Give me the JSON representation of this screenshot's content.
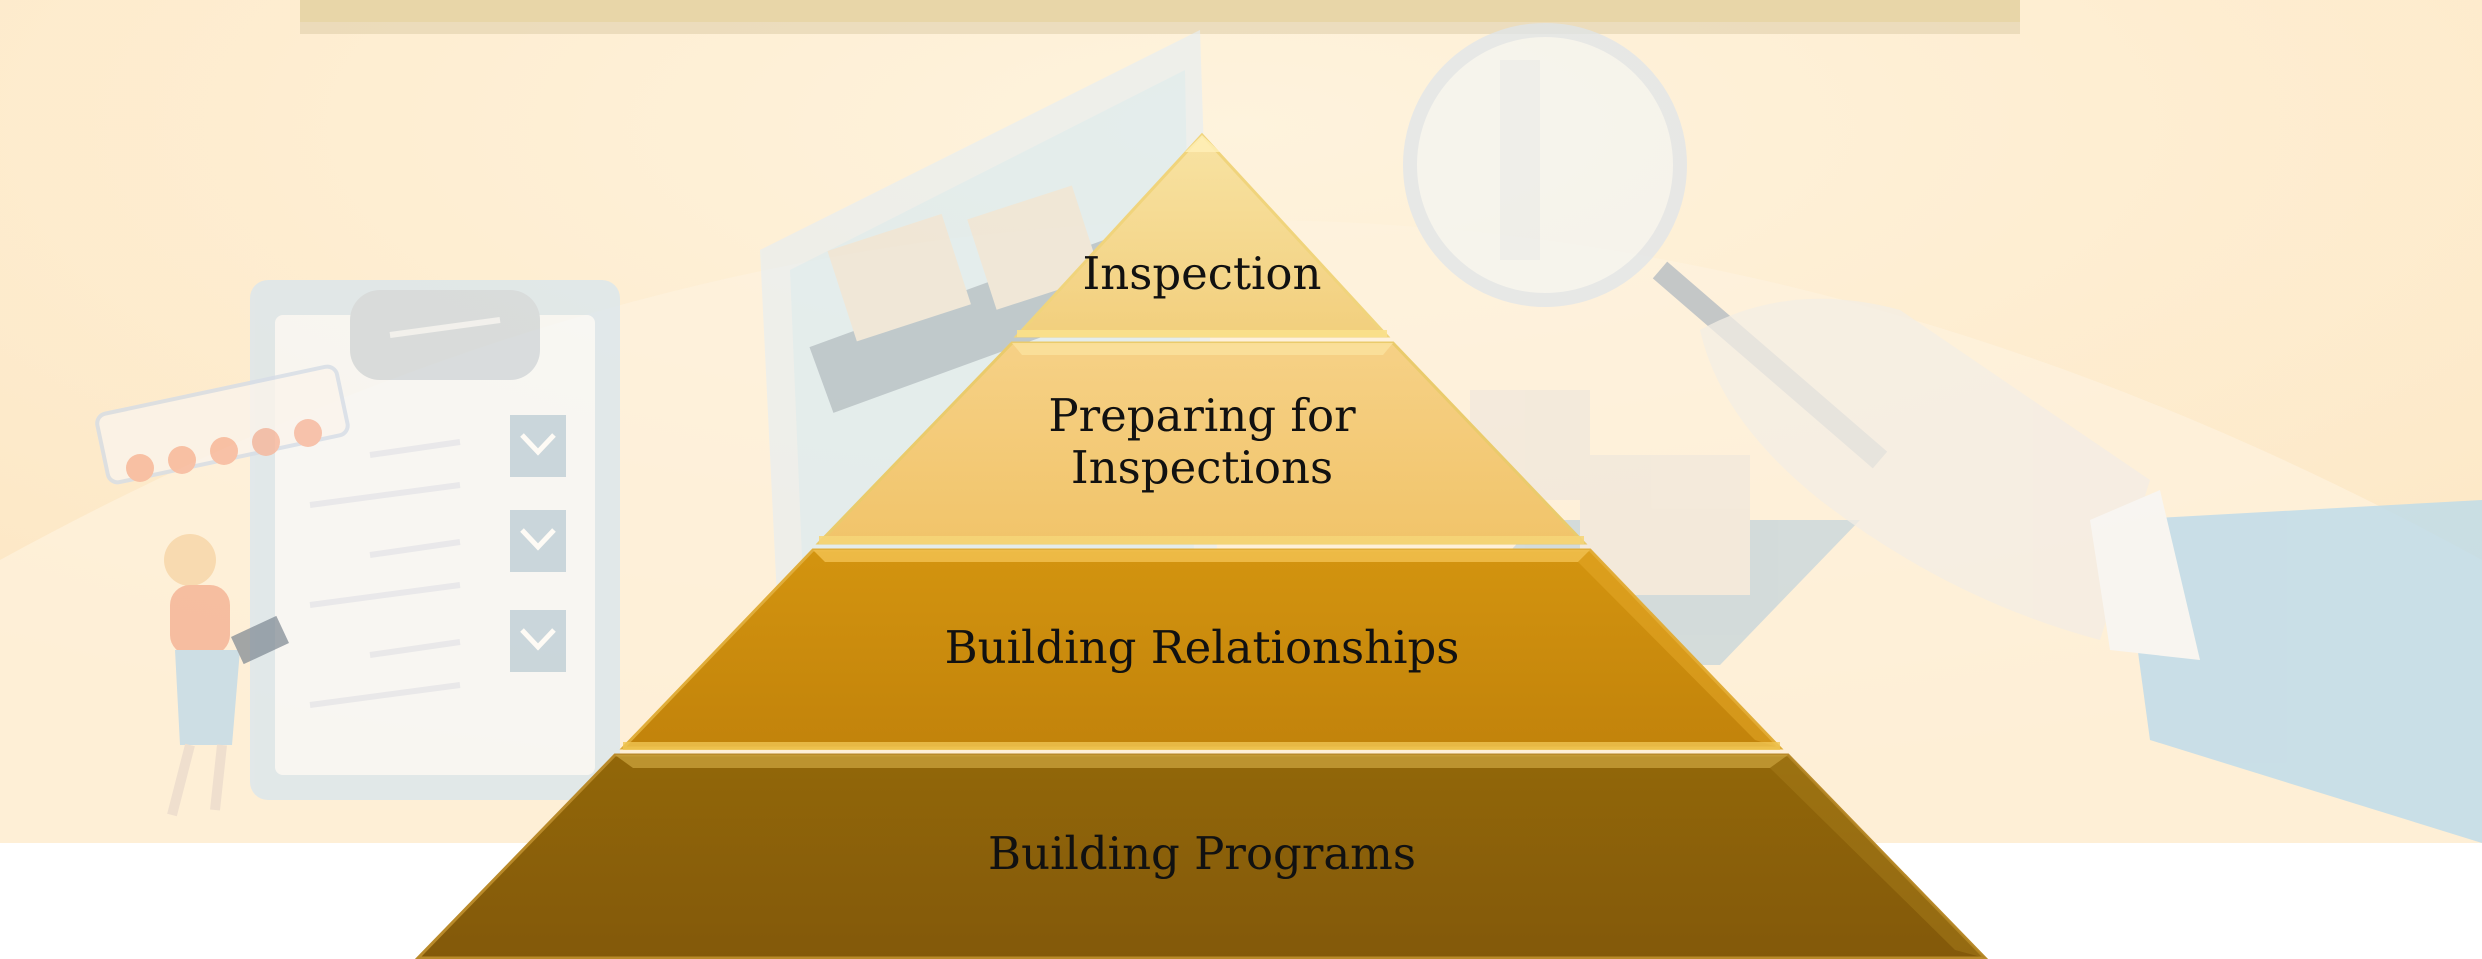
{
  "diagram": {
    "type": "pyramid",
    "layers": [
      {
        "label": "Inspection",
        "color": "#f5d789"
      },
      {
        "label": "Preparing for Inspections",
        "color": "#f4c66e"
      },
      {
        "label": "Building Relationships",
        "color": "#c8890d"
      },
      {
        "label": "Building Programs",
        "color": "#8a5f08"
      }
    ]
  },
  "background": {
    "colors": {
      "cream": "#fdf0d8",
      "light_blue": "#cfe8f3"
    },
    "illustration": [
      "clipboard-icon",
      "star-rating-icon",
      "person-with-laptop-icon",
      "monitor-conveyor-icon",
      "box-icon",
      "magnifying-glass-icon",
      "hand-icon"
    ]
  }
}
